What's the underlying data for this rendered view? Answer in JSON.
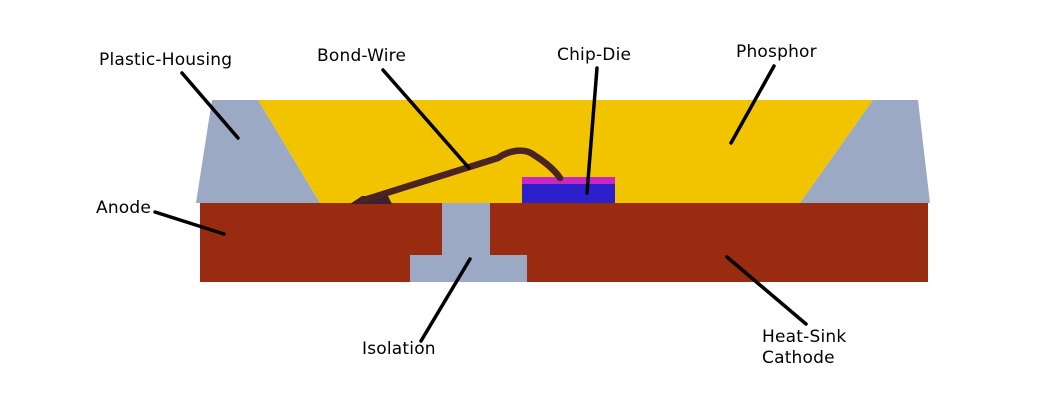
{
  "labels": {
    "plastic_housing": "Plastic-Housing",
    "bond_wire": "Bond-Wire",
    "chip_die": "Chip-Die",
    "phosphor": "Phosphor",
    "anode": "Anode",
    "isolation": "Isolation",
    "heat_sink_cathode": "Heat-Sink\nCathode"
  },
  "colors": {
    "phosphor": "#F2C400",
    "housing": "#9BA9C4",
    "heat_sink": "#992C10",
    "chip_body": "#2B20CC",
    "chip_top": "#C528C5",
    "bond_wire": "#4A2323",
    "bond_pad": "#3F1E2E",
    "leader_line": "#000000",
    "background": "#FFFFFF"
  }
}
